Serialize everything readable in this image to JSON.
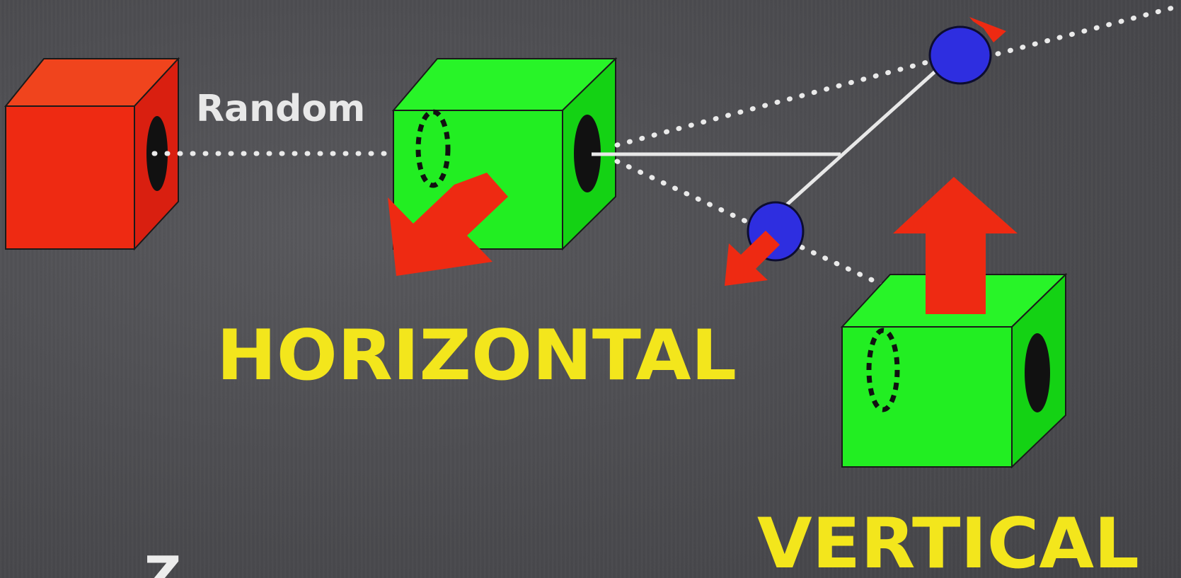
{
  "labels": {
    "random": "Random",
    "horizontal": "HORIZONTAL",
    "vertical": "VERTICAL",
    "axis_z": "Z"
  },
  "colors": {
    "background": "#4d4d50",
    "red_cube": "#ee2a12",
    "green_cube": "#22ee22",
    "arrow_red": "#ee2a12",
    "sphere_blue": "#2e2ee0",
    "label_yellow": "#f3e61c",
    "label_white": "#e8e8e8",
    "hole_black": "#111111"
  },
  "icons": {
    "polarizer_red": "red-cube-icon",
    "polarizer_green_horizontal": "green-cube-icon",
    "polarizer_green_vertical": "green-cube-icon",
    "particle": "blue-sphere-icon",
    "direction_arrow": "red-arrow-icon"
  }
}
